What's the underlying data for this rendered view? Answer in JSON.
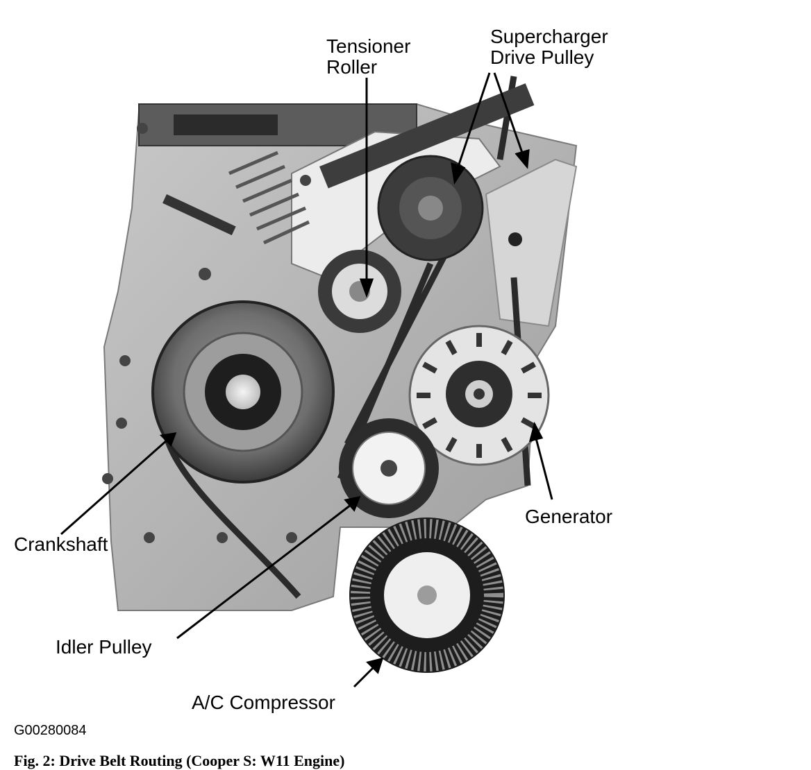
{
  "labels": {
    "tensioner_roller_line1": "Tensioner",
    "tensioner_roller_line2": "Roller",
    "supercharger_line1": "Supercharger",
    "supercharger_line2": "Drive Pulley",
    "generator": "Generator",
    "crankshaft": "Crankshaft",
    "idler_pulley": "Idler Pulley",
    "ac_compressor": "A/C Compressor"
  },
  "figure_id": "G00280084",
  "caption": "Fig. 2: Drive Belt Routing (Cooper S: W11 Engine)"
}
